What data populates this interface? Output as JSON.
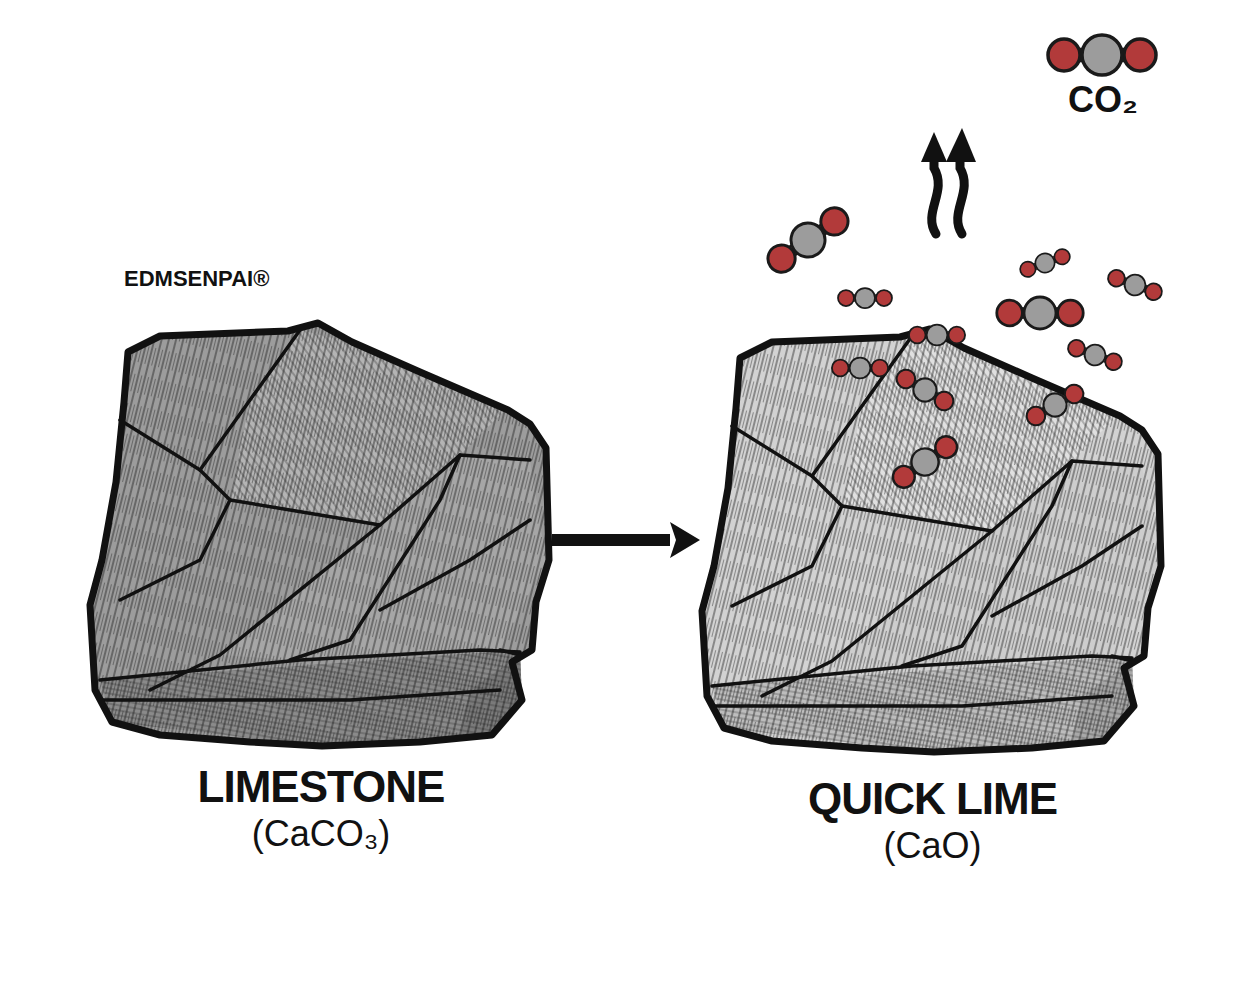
{
  "diagram": {
    "nodes": [
      {
        "text": [
          "LIMESTONE",
          "(CaCO₃)"
        ]
      },
      {
        "text": [
          "QUICK LIME",
          "(CaO)"
        ]
      }
    ],
    "edges": [
      {
        "from": 0,
        "to": 1,
        "arrow": "to"
      }
    ],
    "labels": [
      "EDMSENPAI®",
      "CO₂"
    ]
  }
}
